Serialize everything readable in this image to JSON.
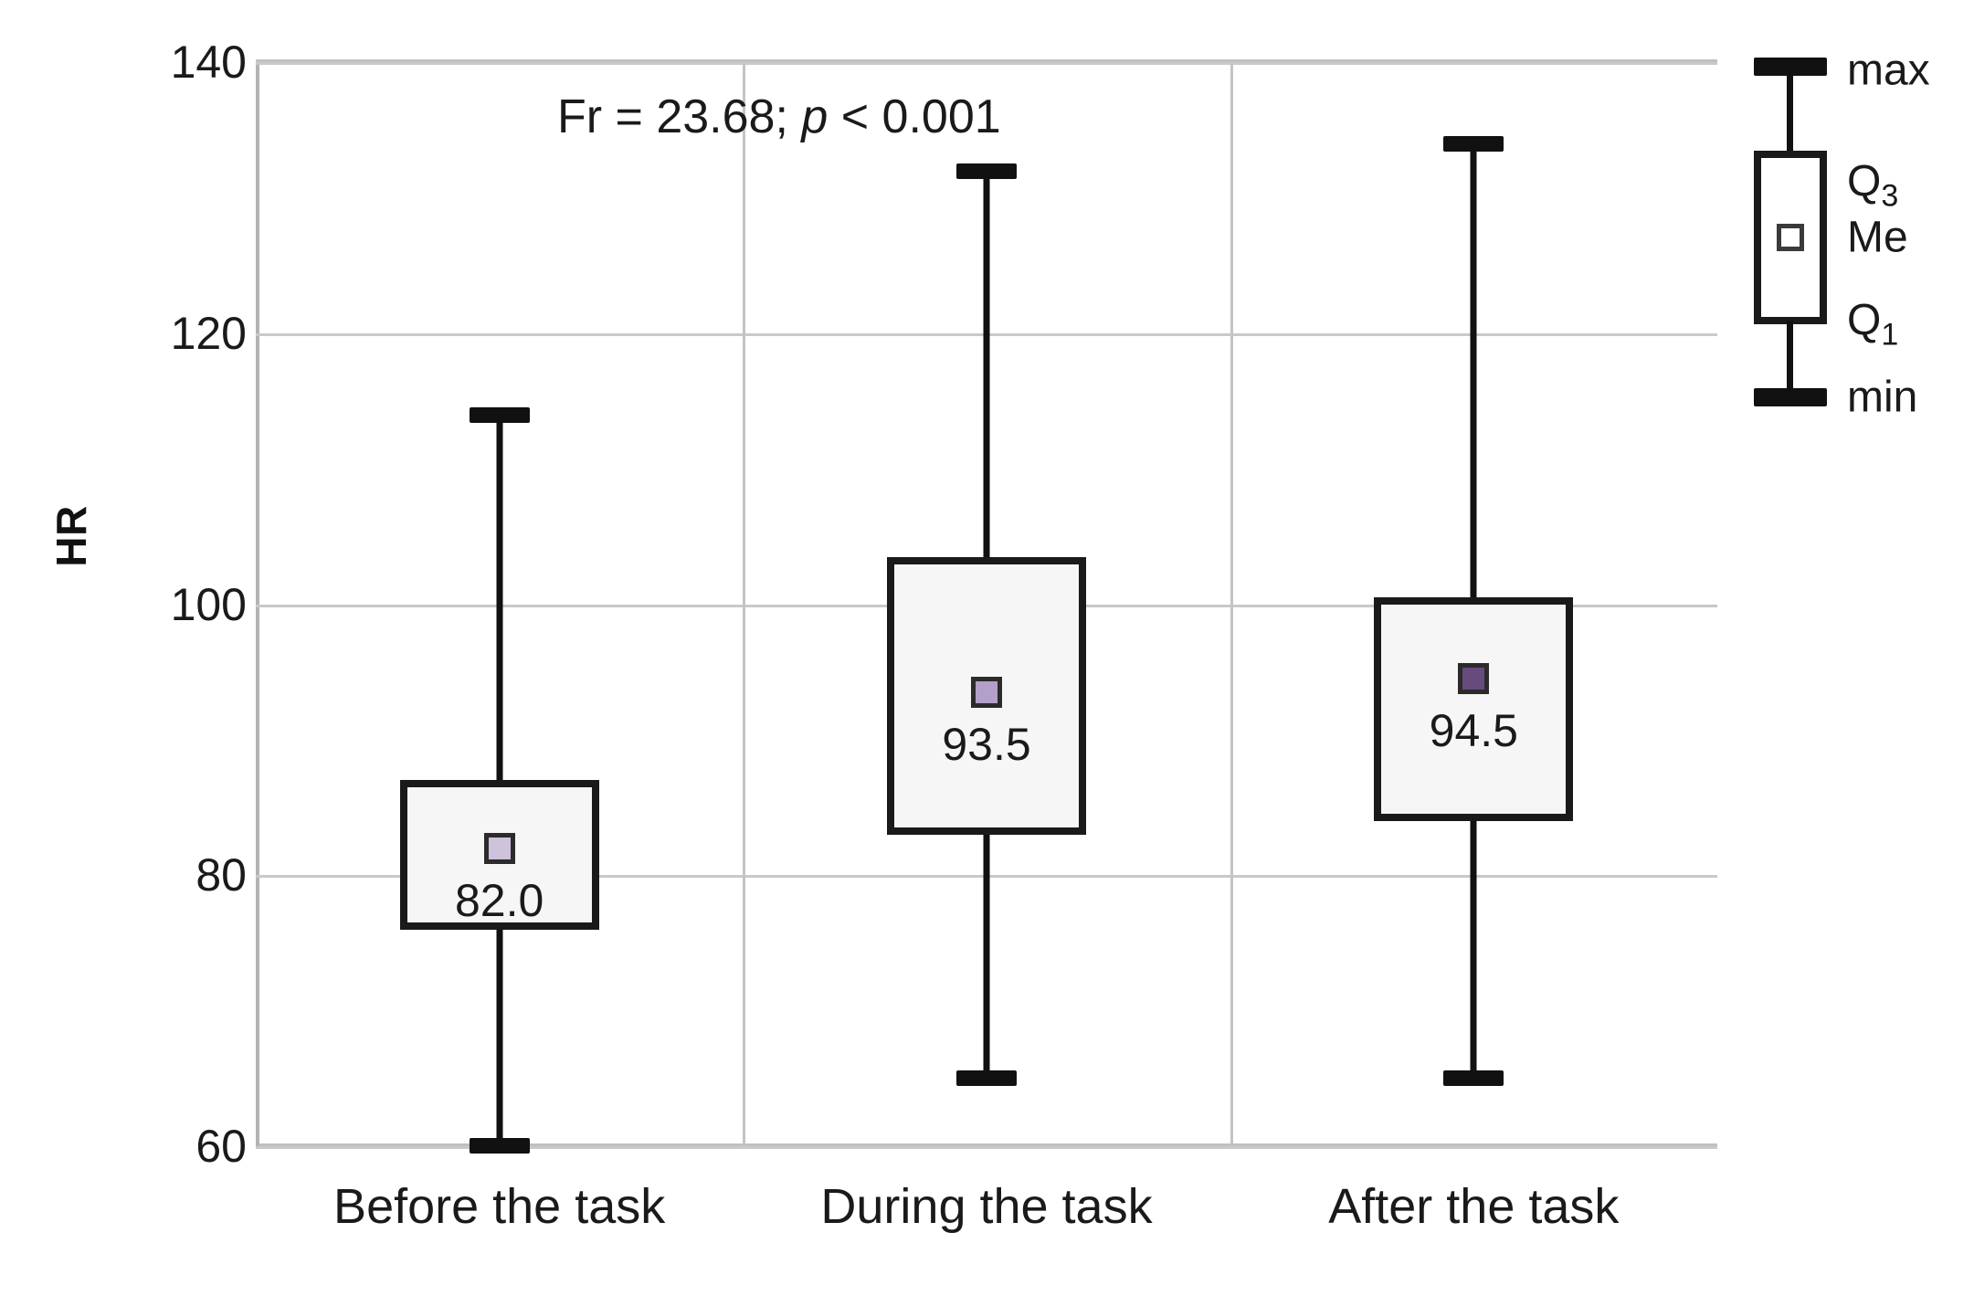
{
  "chart_data": {
    "type": "box",
    "title": "",
    "xlabel": "",
    "ylabel": "HR",
    "ylim": [
      60,
      140
    ],
    "yticks": [
      140,
      120,
      100,
      80,
      60
    ],
    "grid": true,
    "categories": [
      "Before the task",
      "During the task",
      "After the task"
    ],
    "annotation": {
      "prefix": "Fr = 23.68; ",
      "italic": "p",
      "suffix": " < 0.001"
    },
    "boxes": [
      {
        "category": "Before the task",
        "min": 60,
        "q1": 76,
        "median": 82.0,
        "q3": 87,
        "max": 114,
        "median_label": "82.0",
        "marker_color": "#cfc2dd"
      },
      {
        "category": "During the task",
        "min": 65,
        "q1": 83,
        "median": 93.5,
        "q3": 103.5,
        "max": 132,
        "median_label": "93.5",
        "marker_color": "#b2a0c8"
      },
      {
        "category": "After the task",
        "min": 65,
        "q1": 84,
        "median": 94.5,
        "q3": 100.5,
        "max": 134,
        "median_label": "94.5",
        "marker_color": "#674b7c"
      }
    ],
    "legend": {
      "position": "right",
      "items": [
        {
          "key": "max",
          "label": "max"
        },
        {
          "key": "q3",
          "label": "Q",
          "sub": "3"
        },
        {
          "key": "me",
          "label": "Me"
        },
        {
          "key": "q1",
          "label": "Q",
          "sub": "1"
        },
        {
          "key": "min",
          "label": "min"
        }
      ]
    },
    "colors": {
      "box_fill": "#f6f6f6",
      "box_stroke": "#1a1a1a",
      "grid": "#c9c9c9",
      "text": "#1a1a1a"
    }
  }
}
